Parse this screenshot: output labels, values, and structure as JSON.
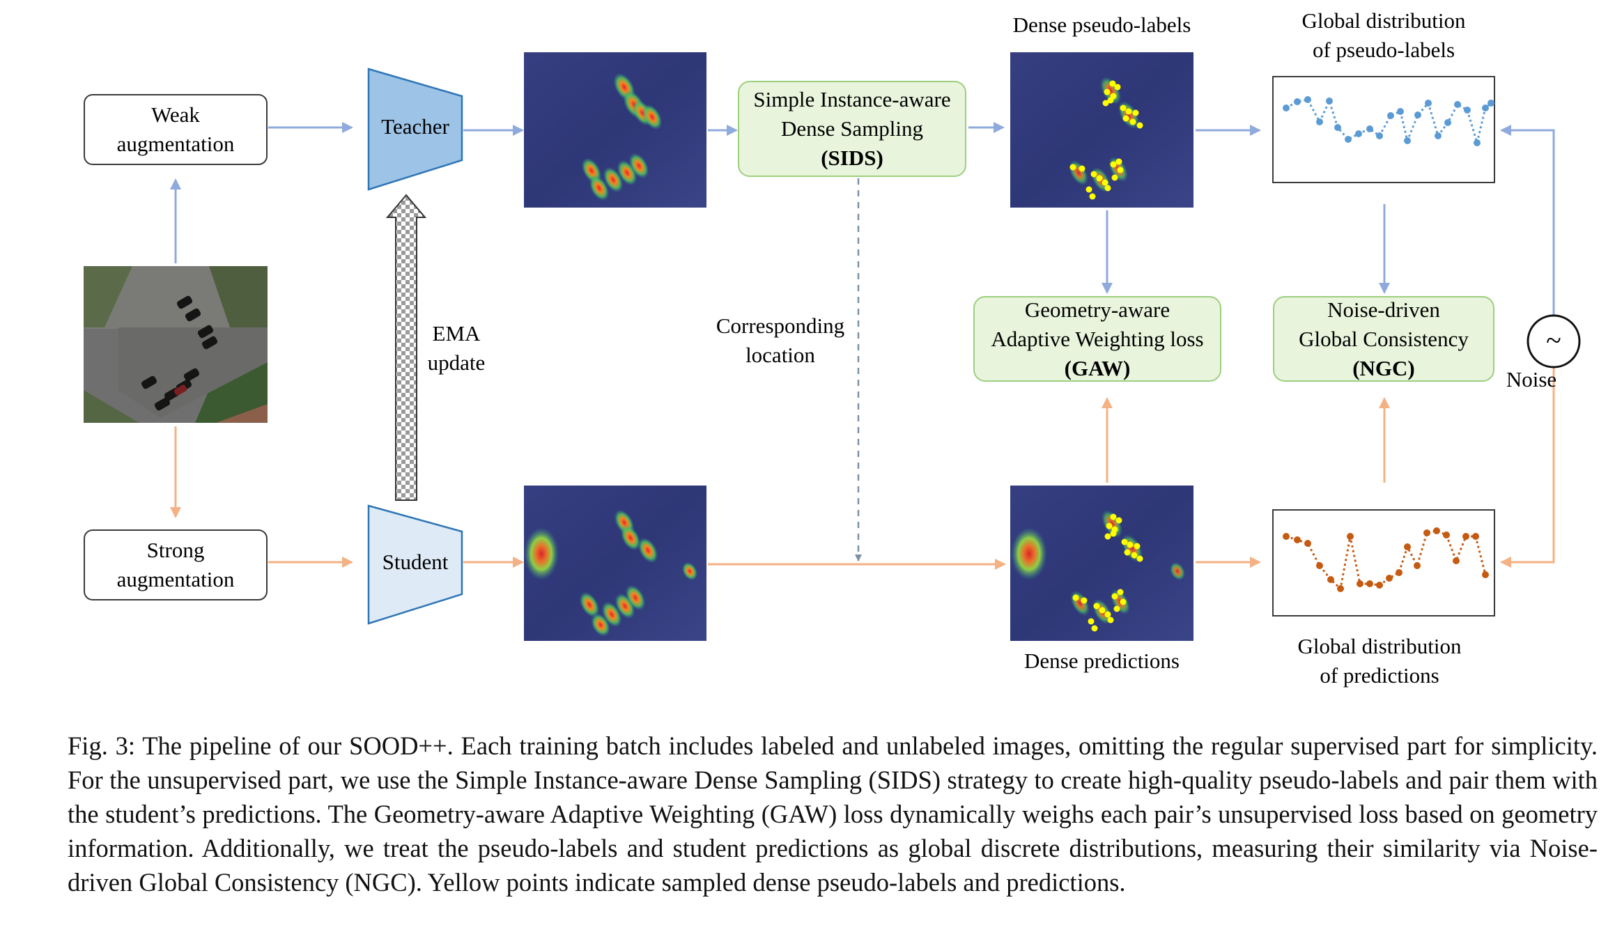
{
  "augment": {
    "weak": [
      "Weak",
      "augmentation"
    ],
    "strong": [
      "Strong",
      "augmentation"
    ]
  },
  "models": {
    "teacher": "Teacher",
    "student": "Student"
  },
  "ema": [
    "EMA",
    "update"
  ],
  "sids": [
    "Simple Instance-aware",
    "Dense Sampling",
    "(SIDS)"
  ],
  "corresponding": [
    "Corresponding",
    "location"
  ],
  "dense_pseudo_labels": "Dense pseudo-labels",
  "dense_predictions": "Dense predictions",
  "global_pseudo": [
    "Global distribution",
    "of pseudo-labels"
  ],
  "global_pred": [
    "Global distribution",
    "of predictions"
  ],
  "gaw": [
    "Geometry-aware",
    "Adaptive Weighting loss",
    "(GAW)"
  ],
  "ngc": [
    "Noise-driven",
    "Global Consistency",
    "(NGC)"
  ],
  "noise": "Noise",
  "noise_symbol": "~",
  "caption": "Fig. 3: The pipeline of our SOOD++. Each training batch includes labeled and unlabeled images, omitting the regular supervised part for simplicity. For the unsupervised part, we use the Simple Instance-aware Dense Sampling (SIDS) strategy to create high-quality pseudo-labels and pair them with the student’s predictions. The Geometry-aware Adaptive Weighting (GAW) loss dynamically weighs each pair’s unsupervised loss based on geometry information. Additionally, we treat the pseudo-labels and student predictions as global discrete distributions, measuring their similarity via Noise-driven Global Consistency (NGC). Yellow points indicate sampled dense pseudo-labels and predictions.",
  "colors": {
    "blue_arrow": "#8faadc",
    "orange_arrow": "#f4b183",
    "teacher_fill": "#9dc3e6",
    "student_fill": "#deebf7",
    "green_fill": "#e8f4dc",
    "pseudo_series": "#5b9bd5",
    "pred_series": "#c55a11",
    "heat_bg": "#2b2c74",
    "point": "#ffff00"
  },
  "icons": [
    "aerial-image",
    "heatmap-image",
    "noise-icon"
  ]
}
